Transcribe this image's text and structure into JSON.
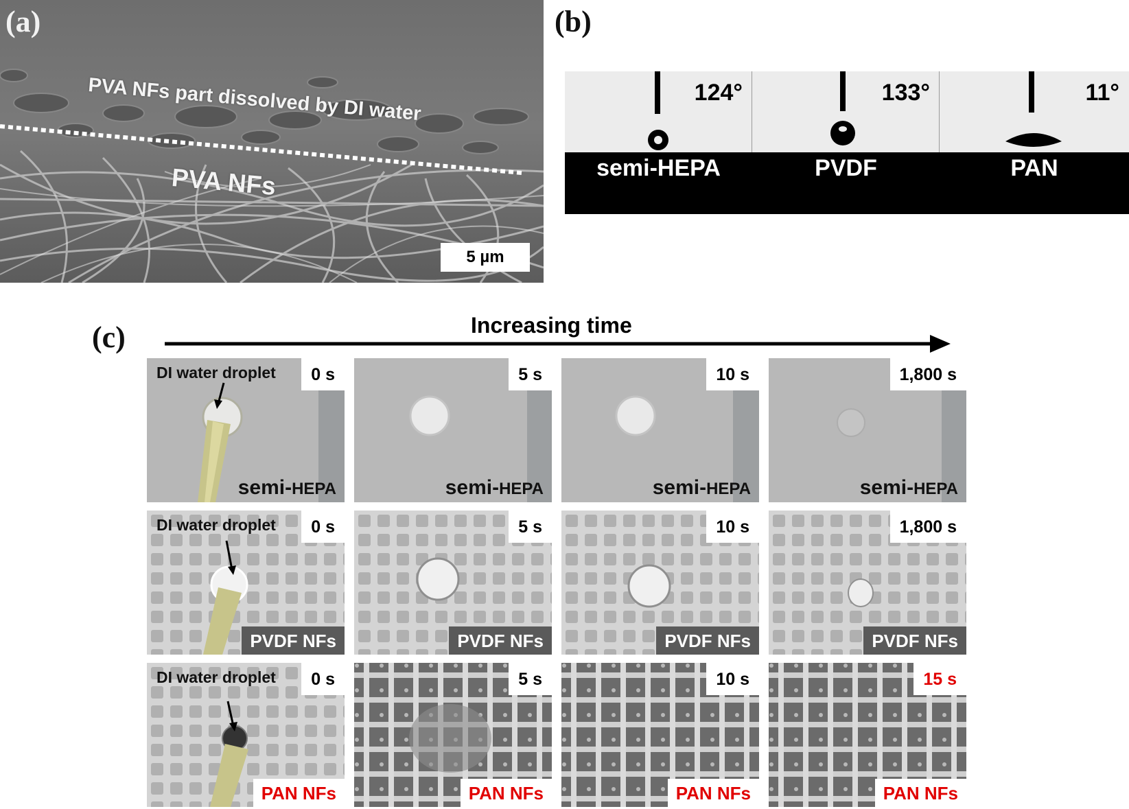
{
  "panels": {
    "a": {
      "label": "(a)",
      "annotation_dissolved": "PVA NFs part dissolved by DI water",
      "annotation_nfs": "PVA NFs",
      "scale_bar": "5 µm"
    },
    "b": {
      "label": "(b)",
      "frames": [
        {
          "angle": "124°",
          "name": "semi-HEPA"
        },
        {
          "angle": "133°",
          "name": "PVDF"
        },
        {
          "angle": "11°",
          "name": "PAN"
        }
      ]
    },
    "c": {
      "label": "(c)",
      "arrow_title": "Increasing time",
      "droplet_label": "DI water droplet",
      "rows": [
        {
          "material_prefix": "semi-",
          "material_suffix": "HEPA",
          "times": [
            "0 s",
            "5 s",
            "10 s",
            "1,800 s"
          ]
        },
        {
          "material": "PVDF NFs",
          "times": [
            "0 s",
            "5 s",
            "10 s",
            "1,800 s"
          ]
        },
        {
          "material": "PAN NFs",
          "times": [
            "0 s",
            "5 s",
            "10 s",
            "15 s"
          ],
          "highlight_color": "#e10000"
        }
      ]
    }
  }
}
